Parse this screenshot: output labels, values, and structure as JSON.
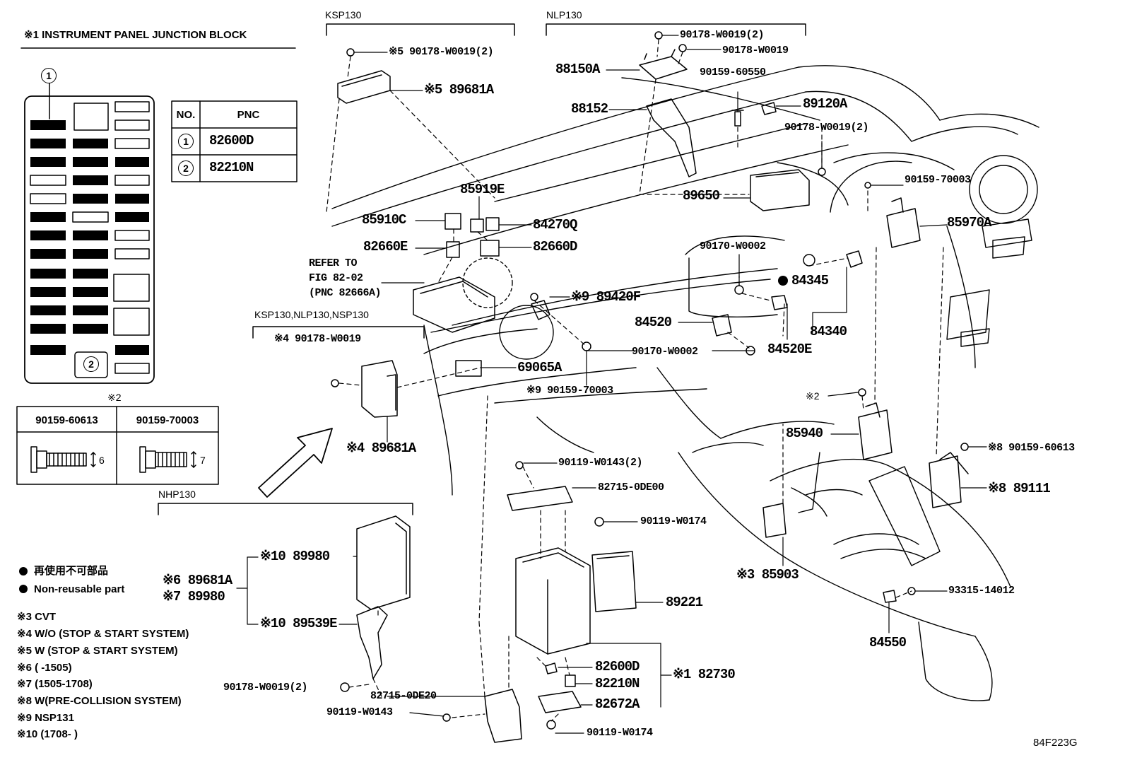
{
  "title": "※1 INSTRUMENT PANEL JUNCTION BLOCK",
  "group_labels": {
    "ksp130": "KSP130",
    "nlp130": "NLP130",
    "common": "KSP130,NLP130,NSP130",
    "nhp130": "NHP130"
  },
  "junction_block": {
    "marker1": "1",
    "marker2": "2"
  },
  "pnc_table": {
    "header_no": "NO.",
    "header_pnc": "PNC",
    "rows": [
      {
        "no": "1",
        "pnc": "82600D"
      },
      {
        "no": "2",
        "pnc": "82210N"
      }
    ]
  },
  "bolt_table": {
    "caption": "※2",
    "col1": "90159-60613",
    "col2": "90159-70003",
    "dim1": "6",
    "dim2": "7"
  },
  "legend": {
    "jp": "再使用不可部品",
    "en": "Non-reusable part"
  },
  "notes": [
    "※3 CVT",
    "※4 W/O (STOP & START SYSTEM)",
    "※5 W (STOP & START SYSTEM)",
    "※6 (      -1505)",
    "※7 (1505-1708)",
    "※8 W(PRE-COLLISION SYSTEM)",
    "※9 NSP131",
    "※10 (1708-      )"
  ],
  "parts": {
    "p_90178_w0019_2_ksp": "※5 90178-W0019(2)",
    "p_89681a_ksp": "※5 89681A",
    "p_90178_w0019_2_nlp": "90178-W0019(2)",
    "p_90178_w0019_nlp": "90178-W0019",
    "p_88150a": "88150A",
    "p_90159_60550": "90159-60550",
    "p_88152": "88152",
    "p_89120a": "89120A",
    "p_90178_w0019_2_r": "90178-W0019(2)",
    "p_89650": "89650",
    "p_90159_70003_r": "90159-70003",
    "p_85919e": "85919E",
    "p_85910c": "85910C",
    "p_84270q": "84270Q",
    "p_82660e": "82660E",
    "p_82660d": "82660D",
    "p_85970a": "85970A",
    "p_refer1": "REFER TO",
    "p_refer2": "FIG 82-02",
    "p_refer3": "(PNC 82666A)",
    "p_90170_w0002_a": "90170-W0002",
    "p_84345": "84345",
    "p_89420f": "※9 89420F",
    "p_90178_w0019_c": "※4 90178-W0019",
    "p_84520": "84520",
    "p_84340": "84340",
    "p_90170_w0002_b": "90170-W0002",
    "p_84520e": "84520E",
    "p_69065a": "69065A",
    "p_90159_70003_c": "※9 90159-70003",
    "p_star2": "※2",
    "p_85940": "85940",
    "p_89681a_c": "※4 89681A",
    "p_90159_60613_r": "※8 90159-60613",
    "p_90119_w0143_2": "90119-W0143(2)",
    "p_82715_0de00": "82715-0DE00",
    "p_89111": "※8 89111",
    "p_90119_w0174_a": "90119-W0174",
    "p_89980_10": "※10 89980",
    "p_89681a_6": "※6 89681A",
    "p_89980_7": "※7 89980",
    "p_89539e": "※10 89539E",
    "p_85903": "※3 85903",
    "p_93315": "93315-14012",
    "p_89221": "89221",
    "p_84550": "84550",
    "p_82600d": "82600D",
    "p_82730": "※1 82730",
    "p_82210n": "82210N",
    "p_90178_w0019_2_n": "90178-W0019(2)",
    "p_82715_0de20": "82715-0DE20",
    "p_82672a": "82672A",
    "p_90119_w0143": "90119-W0143",
    "p_90119_w0174_b": "90119-W0174"
  },
  "figure_code": "84F223G"
}
